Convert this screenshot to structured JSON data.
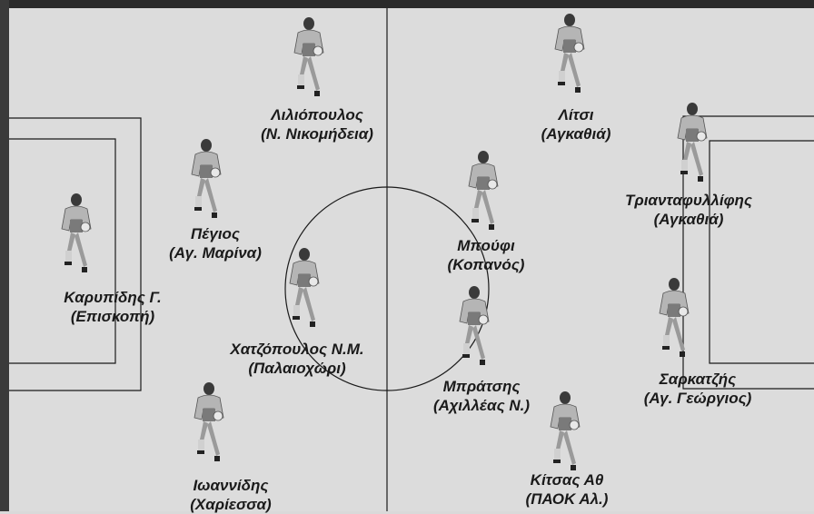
{
  "players": [
    {
      "name": "Λιλιόπουλος",
      "club": "(Ν. Νικομήδεια)"
    },
    {
      "name": "Λίτσι",
      "club": "(Αγκαθιά)"
    },
    {
      "name": "Πέγιος",
      "club": "(Αγ. Μαρίνα)"
    },
    {
      "name": "Τριανταφυλλίφης",
      "club": "(Αγκαθιά)"
    },
    {
      "name": "Μπούφι",
      "club": "(Κοπανός)"
    },
    {
      "name": "Καρυπίδης Γ.",
      "club": "(Επισκοπή)"
    },
    {
      "name": "Χατζόπουλος Ν.Μ.",
      "club": "(Παλαιοχώρι)"
    },
    {
      "name": "Μπράτσης",
      "club": "(Αχιλλέας Ν.)"
    },
    {
      "name": "Σαρκατζής",
      "club": "(Αγ. Γεώργιος)"
    },
    {
      "name": "Ιωαννίδης",
      "club": "(Χαρίεσσα)"
    },
    {
      "name": "Κίτσας Αθ",
      "club": "(ΠΑΟΚ Αλ.)"
    }
  ],
  "colors": {
    "pitch": "#dcdcdc",
    "lines": "#1a1a1a",
    "shirt": "#b5b5b5"
  }
}
